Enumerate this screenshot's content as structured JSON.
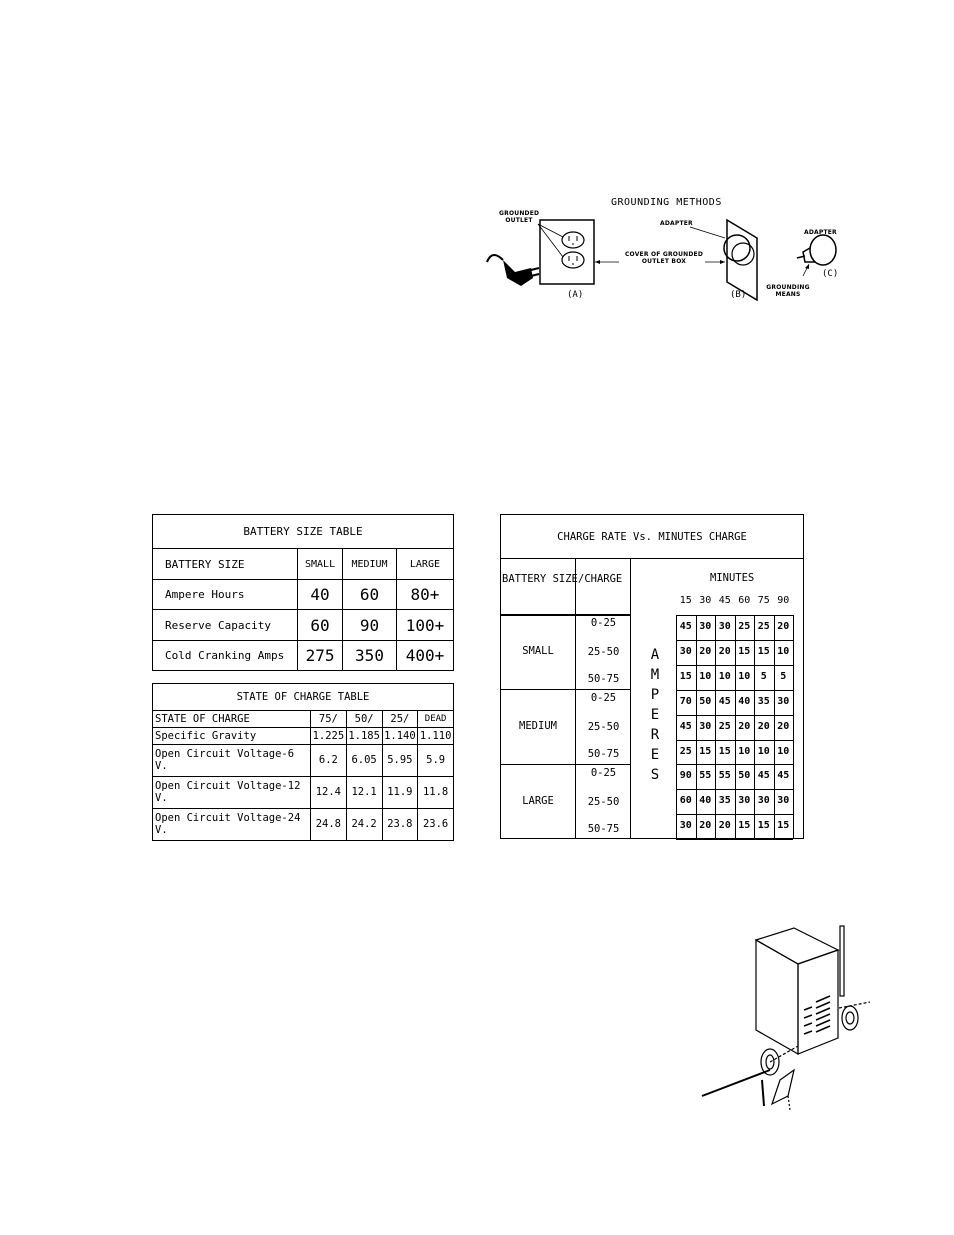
{
  "grounding_figure": {
    "title": "GROUNDING METHODS",
    "labels": {
      "grounded_outlet": "GROUNDED\nOUTLET",
      "adapter_b": "ADAPTER",
      "adapter_c": "ADAPTER",
      "cover": "COVER OF GROUNDED\nOUTLET BOX",
      "grounding_means": "GROUNDING\nMEANS",
      "a": "(A)",
      "b": "(B)",
      "c": "(C)"
    }
  },
  "battery_size_table": {
    "title": "BATTERY SIZE TABLE",
    "header": [
      "BATTERY SIZE",
      "SMALL",
      "MEDIUM",
      "LARGE"
    ],
    "rows": [
      {
        "label": "Ampere Hours",
        "values": [
          "40",
          "60",
          "80+"
        ]
      },
      {
        "label": "Reserve Capacity",
        "values": [
          "60",
          "90",
          "100+"
        ]
      },
      {
        "label": "Cold Cranking Amps",
        "values": [
          "275",
          "350",
          "400+"
        ]
      }
    ]
  },
  "state_of_charge_table": {
    "title": "STATE OF CHARGE TABLE",
    "header": [
      "STATE OF CHARGE",
      "75/",
      "50/",
      "25/",
      "DEAD"
    ],
    "rows": [
      {
        "label": "Specific Gravity",
        "values": [
          "1.225",
          "1.185",
          "1.140",
          "1.110"
        ]
      },
      {
        "label": "Open Circuit Voltage-6 V.",
        "values": [
          "6.2",
          "6.05",
          "5.95",
          "5.9"
        ]
      },
      {
        "label": "Open Circuit Voltage-12 V.",
        "values": [
          "12.4",
          "12.1",
          "11.9",
          "11.8"
        ]
      },
      {
        "label": "Open Circuit Voltage-24 V.",
        "values": [
          "24.8",
          "24.2",
          "23.8",
          "23.6"
        ]
      }
    ]
  },
  "charge_rate_table": {
    "title": "CHARGE RATE Vs. MINUTES CHARGE",
    "col_battery_size": "BATTERY SIZE",
    "col_charge": "/CHARGE",
    "minutes_label": "MINUTES",
    "minutes": [
      "15",
      "30",
      "45",
      "60",
      "75",
      "90"
    ],
    "amperes_letters": [
      "A",
      "M",
      "P",
      "E",
      "R",
      "E",
      "S"
    ],
    "groups": [
      {
        "size": "SMALL",
        "charges": [
          "0-25",
          "25-50",
          "50-75"
        ]
      },
      {
        "size": "MEDIUM",
        "charges": [
          "0-25",
          "25-50",
          "50-75"
        ]
      },
      {
        "size": "LARGE",
        "charges": [
          "0-25",
          "25-50",
          "50-75"
        ]
      }
    ],
    "values": [
      [
        "45",
        "30",
        "30",
        "25",
        "25",
        "20"
      ],
      [
        "30",
        "20",
        "20",
        "15",
        "15",
        "10"
      ],
      [
        "15",
        "10",
        "10",
        "10",
        "5",
        "5"
      ],
      [
        "70",
        "50",
        "45",
        "40",
        "35",
        "30"
      ],
      [
        "45",
        "30",
        "25",
        "20",
        "20",
        "20"
      ],
      [
        "25",
        "15",
        "15",
        "10",
        "10",
        "10"
      ],
      [
        "90",
        "55",
        "55",
        "50",
        "45",
        "45"
      ],
      [
        "60",
        "40",
        "35",
        "30",
        "30",
        "30"
      ],
      [
        "30",
        "20",
        "20",
        "15",
        "15",
        "15"
      ]
    ]
  }
}
